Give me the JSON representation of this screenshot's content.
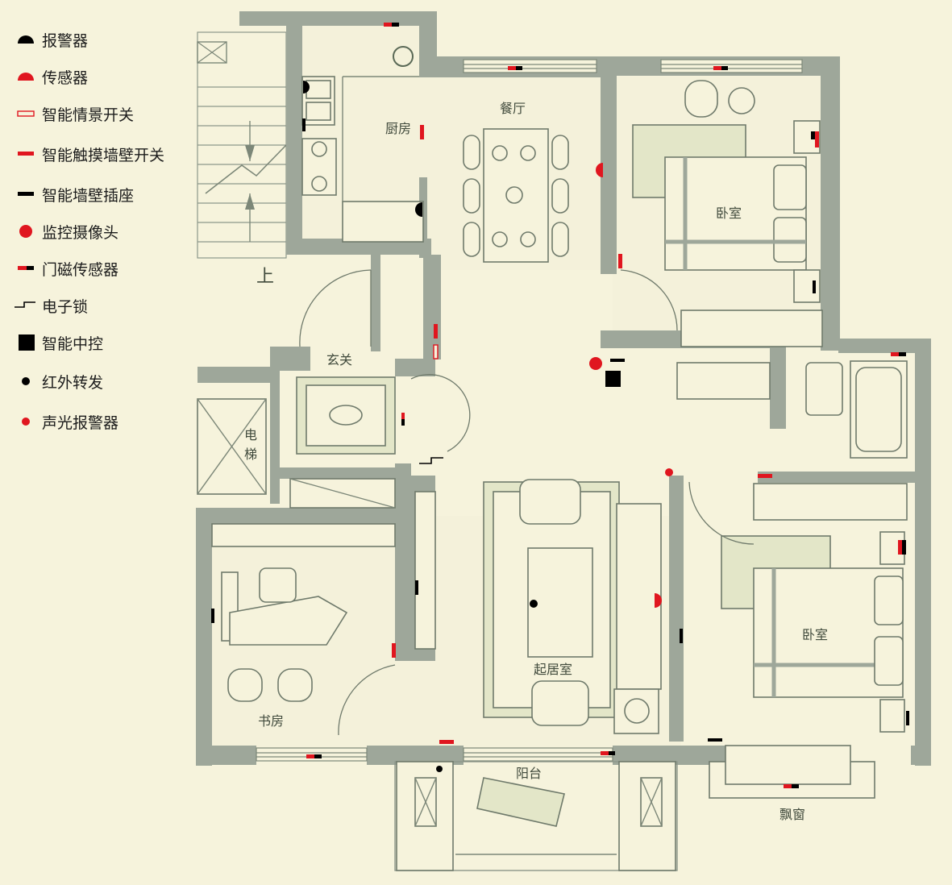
{
  "legend": [
    {
      "id": "alarm",
      "label": "报警器",
      "symbol": "alarm-icon",
      "color": "#000000"
    },
    {
      "id": "sensor",
      "label": "传感器",
      "symbol": "sensor-icon",
      "color": "#e0161f"
    },
    {
      "id": "scene-switch",
      "label": "智能情景开关",
      "symbol": "scene-switch-icon",
      "color": "#e0161f"
    },
    {
      "id": "touch-switch",
      "label": "智能触摸墙壁开关",
      "symbol": "touch-switch-icon",
      "color": "#e0161f"
    },
    {
      "id": "socket",
      "label": "智能墙壁插座",
      "symbol": "socket-icon",
      "color": "#000000"
    },
    {
      "id": "camera",
      "label": "监控摄像头",
      "symbol": "camera-icon",
      "color": "#e0161f"
    },
    {
      "id": "door-sensor",
      "label": "门磁传感器",
      "symbol": "door-sensor-icon",
      "color": "#e0161f"
    },
    {
      "id": "lock",
      "label": "电子锁",
      "symbol": "lock-icon",
      "color": "#000000"
    },
    {
      "id": "hub",
      "label": "智能中控",
      "symbol": "hub-icon",
      "color": "#000000"
    },
    {
      "id": "ir",
      "label": "红外转发",
      "symbol": "ir-icon",
      "color": "#000000"
    },
    {
      "id": "siren",
      "label": "声光报警器",
      "symbol": "siren-icon",
      "color": "#e0161f"
    }
  ],
  "rooms": {
    "kitchen": "厨房",
    "dining": "餐厅",
    "bedroom1": "卧室",
    "bedroom2": "卧室",
    "foyer": "玄关",
    "elevator": "电梯",
    "living": "起居室",
    "study": "书房",
    "balcony": "阳台",
    "baywindow": "飘窗",
    "stairs_up": "上"
  },
  "colors": {
    "wall": "#9ea79a",
    "floor": "#f6f3dc",
    "accent": "#e0161f"
  }
}
